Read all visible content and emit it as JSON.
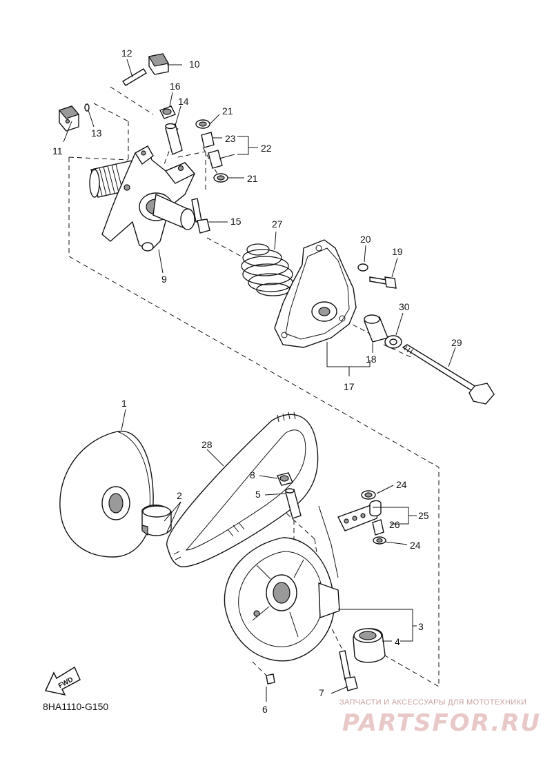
{
  "diagram_code": "8HA1110-G150",
  "fwd_label": "FWD",
  "watermark": {
    "line1": "ЗАПЧАСТИ И АКСЕССУАРЫ ДЛЯ МОТОТЕХНИКИ",
    "line2": "PARTSFOR.RU"
  },
  "callouts": {
    "c1": "1",
    "c2": "2",
    "c3": "3",
    "c4": "4",
    "c5": "5",
    "c6": "6",
    "c7": "7",
    "c8": "8",
    "c9": "9",
    "c10": "10",
    "c11": "11",
    "c12": "12",
    "c13": "13",
    "c14": "14",
    "c15": "15",
    "c16": "16",
    "c17": "17",
    "c18": "18",
    "c19": "19",
    "c20": "20",
    "c21a": "21",
    "c21b": "21",
    "c22": "22",
    "c23": "23",
    "c24a": "24",
    "c24b": "24",
    "c25": "25",
    "c26": "26",
    "c27": "27",
    "c28": "28",
    "c29": "29",
    "c30": "30"
  },
  "colors": {
    "line": "#111111",
    "watermark": "#e9c8c8"
  }
}
